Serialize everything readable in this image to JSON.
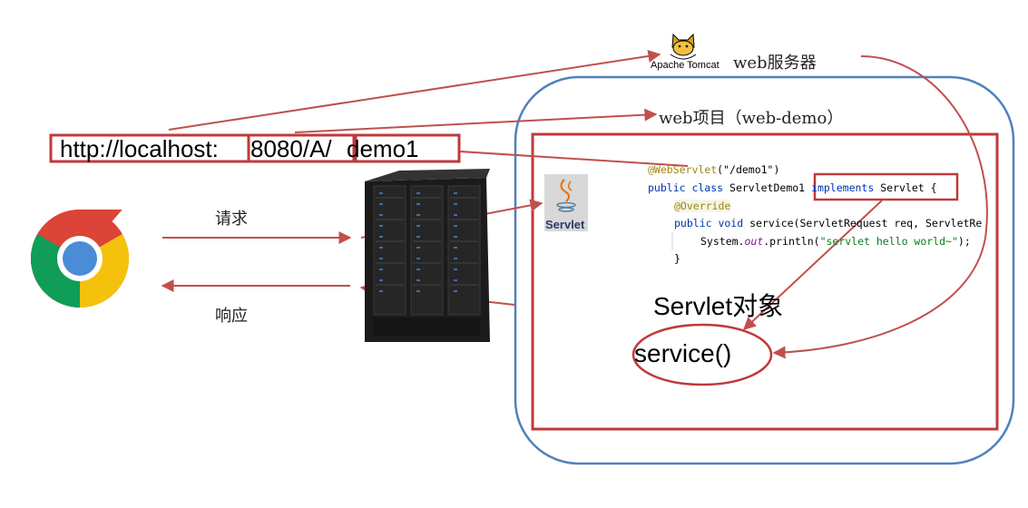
{
  "url": {
    "host": "http://localhost:",
    "port_path": "8080/A/",
    "resource": "demo1"
  },
  "tomcat": {
    "logo_text": "Apache Tomcat",
    "label": "web服务器"
  },
  "project_label": "web项目（web-demo）",
  "request_label": "请求",
  "response_label": "响应",
  "servlet_icon_text": "Servlet",
  "code": {
    "line1_annotation": "@WebServlet",
    "line1_rest": "(\"/demo1\")",
    "line2_kw": "public class",
    "line2_name": " ServletDemo1 ",
    "line2_impl": "implements",
    "line2_iface": " Servlet {",
    "line3_override": "@Override",
    "line4_kw": "public void",
    "line4_rest": " service(ServletRequest req, ServletRe",
    "line5_sys": "System.",
    "line5_out": "out",
    "line5_print": ".println(",
    "line5_str": "\"servlet hello world~\"",
    "line5_end": ");",
    "line6": "}"
  },
  "servlet_object_label": "Servlet对象",
  "service_label": "service()",
  "colors": {
    "arrow_red": "#c0504d",
    "box_red": "#c0393b",
    "blue": "#4f81bd"
  }
}
